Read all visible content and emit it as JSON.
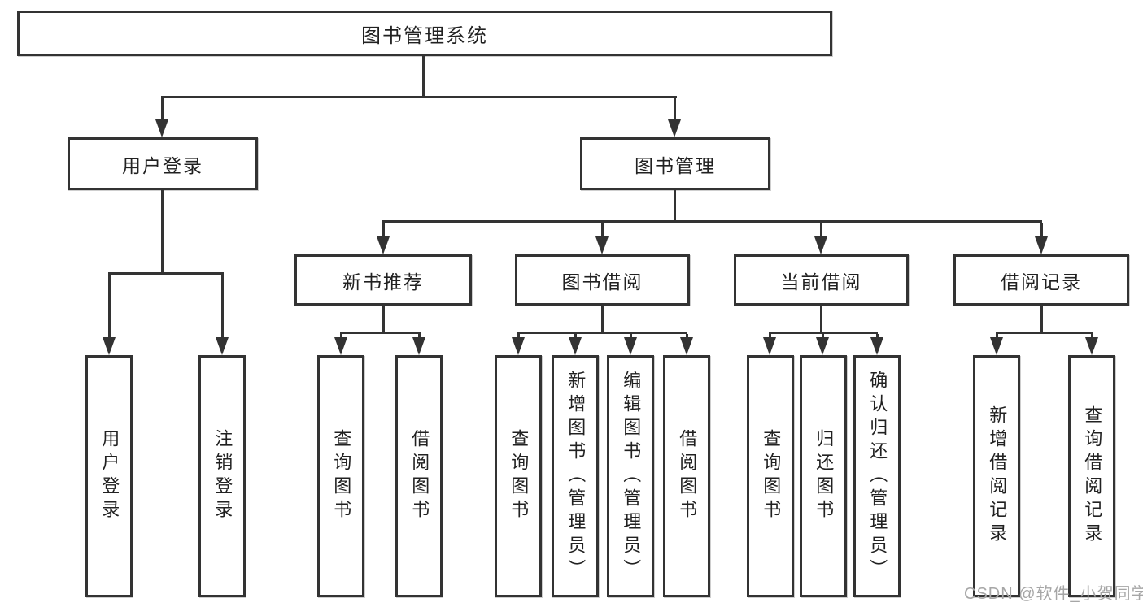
{
  "tree": {
    "root": {
      "label": "图书管理系统"
    },
    "level2": [
      {
        "label": "用户登录"
      },
      {
        "label": "图书管理"
      }
    ],
    "level3": [
      {
        "label": "新书推荐"
      },
      {
        "label": "图书借阅"
      },
      {
        "label": "当前借阅"
      },
      {
        "label": "借阅记录"
      }
    ],
    "leaves": [
      {
        "label": "用户登录"
      },
      {
        "label": "注销登录"
      },
      {
        "label": "查询图书"
      },
      {
        "label": "借阅图书"
      },
      {
        "label": "查询图书"
      },
      {
        "label": "新增图书（管理员）"
      },
      {
        "label": "编辑图书（管理员）"
      },
      {
        "label": "借阅图书"
      },
      {
        "label": "查询图书"
      },
      {
        "label": "归还图书"
      },
      {
        "label": "确认归还（管理员）"
      },
      {
        "label": "新增借阅记录"
      },
      {
        "label": "查询借阅记录"
      }
    ]
  },
  "watermark": {
    "text": "CSDN @软件_小贺同学"
  },
  "colors": {
    "line": "#333333",
    "text": "#212121",
    "box_background": "#ffffff",
    "watermark": "#a6a6a6"
  }
}
